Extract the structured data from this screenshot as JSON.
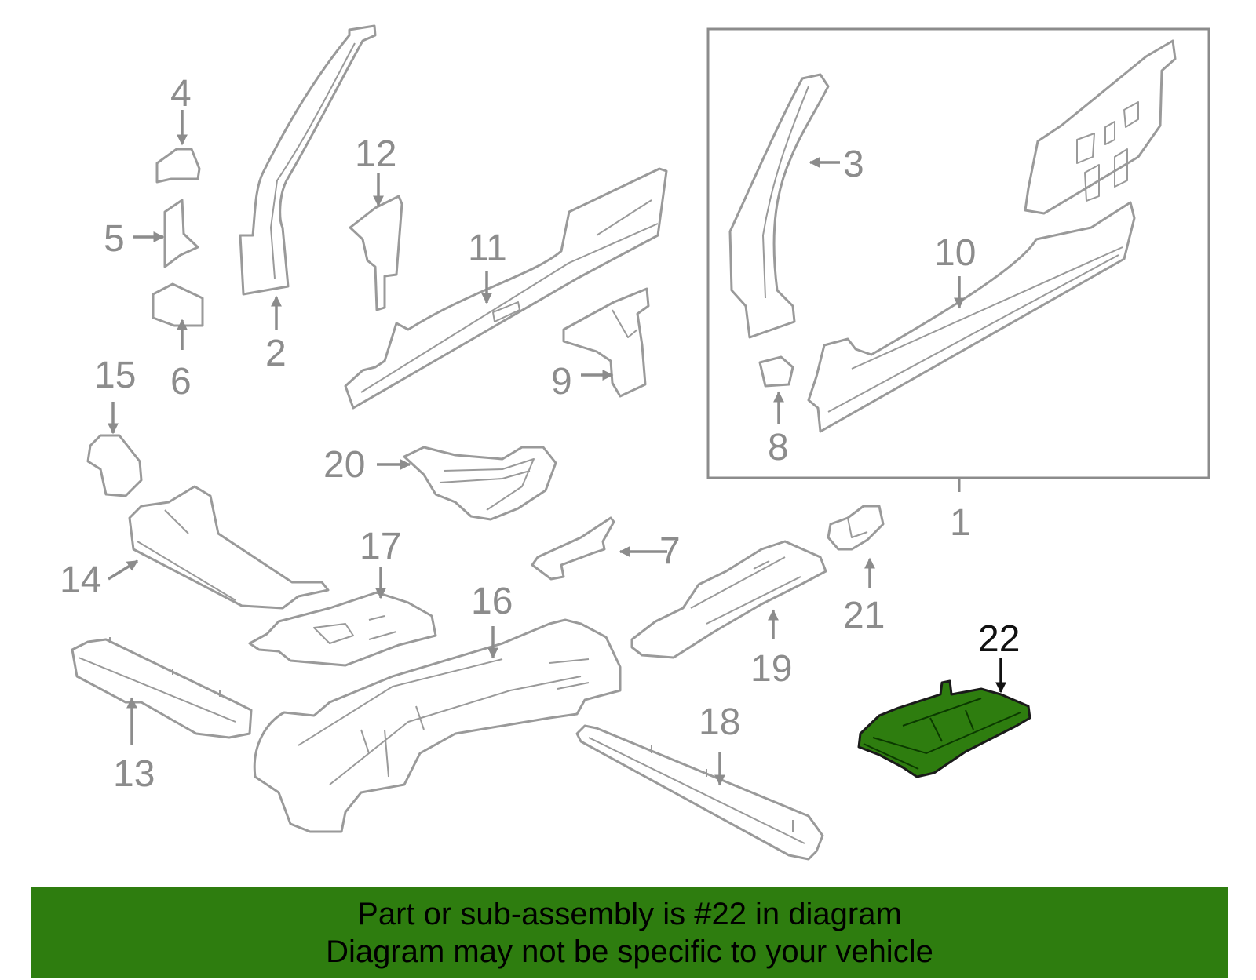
{
  "diagram": {
    "highlight_color": "#2e7d0f",
    "line_color": "#9a9a9a",
    "callouts": [
      "1",
      "2",
      "3",
      "4",
      "5",
      "6",
      "7",
      "8",
      "9",
      "10",
      "11",
      "12",
      "13",
      "14",
      "15",
      "16",
      "17",
      "18",
      "19",
      "20",
      "21",
      "22"
    ],
    "highlighted_callout": "22"
  },
  "banner": {
    "line1": "Part or sub-assembly is #22 in diagram",
    "line2": "Diagram may not be specific to your vehicle",
    "background": "#2e7d0f"
  }
}
